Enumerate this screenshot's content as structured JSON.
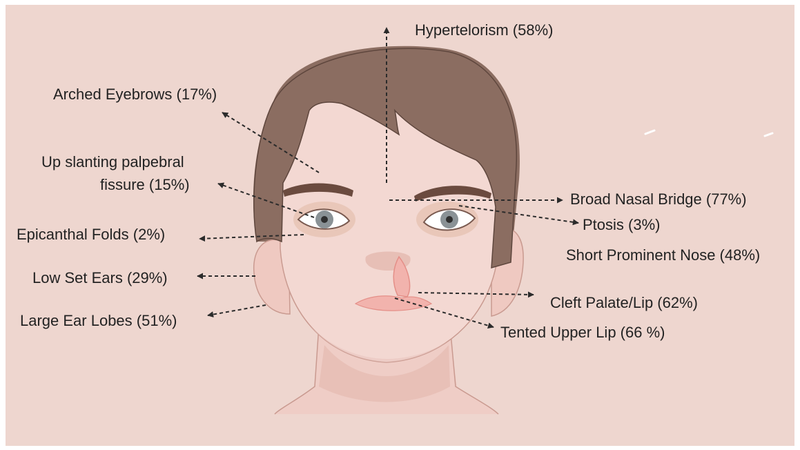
{
  "colors": {
    "background": "#eed6cf",
    "skin": "#f3d8d2",
    "skin_shadow": "#e8c3bb",
    "hair": "#8b6d61",
    "brow": "#6b4b3f",
    "iris": "#8a9296",
    "lip": "#f2b3ad",
    "arrow": "#2b2b2b",
    "text": "#222222"
  },
  "labels": {
    "hypertelorism": "Hypertelorism (58%)",
    "arched_eyebrows": "Arched Eyebrows (17%)",
    "upslanting_line1": "Up slanting palpebral",
    "upslanting_line2": "fissure (15%)",
    "epicanthal_folds": "Epicanthal Folds (2%)",
    "low_set_ears": "Low Set Ears (29%)",
    "large_ear_lobes": "Large Ear Lobes (51%)",
    "broad_nasal_bridge": "Broad Nasal Bridge (77%)",
    "ptosis": "Ptosis (3%)",
    "short_prominent_nose": "Short Prominent Nose (48%)",
    "cleft_palate_lip": "Cleft Palate/Lip (62%)",
    "tented_upper_lip": "Tented Upper Lip (66 %)"
  }
}
